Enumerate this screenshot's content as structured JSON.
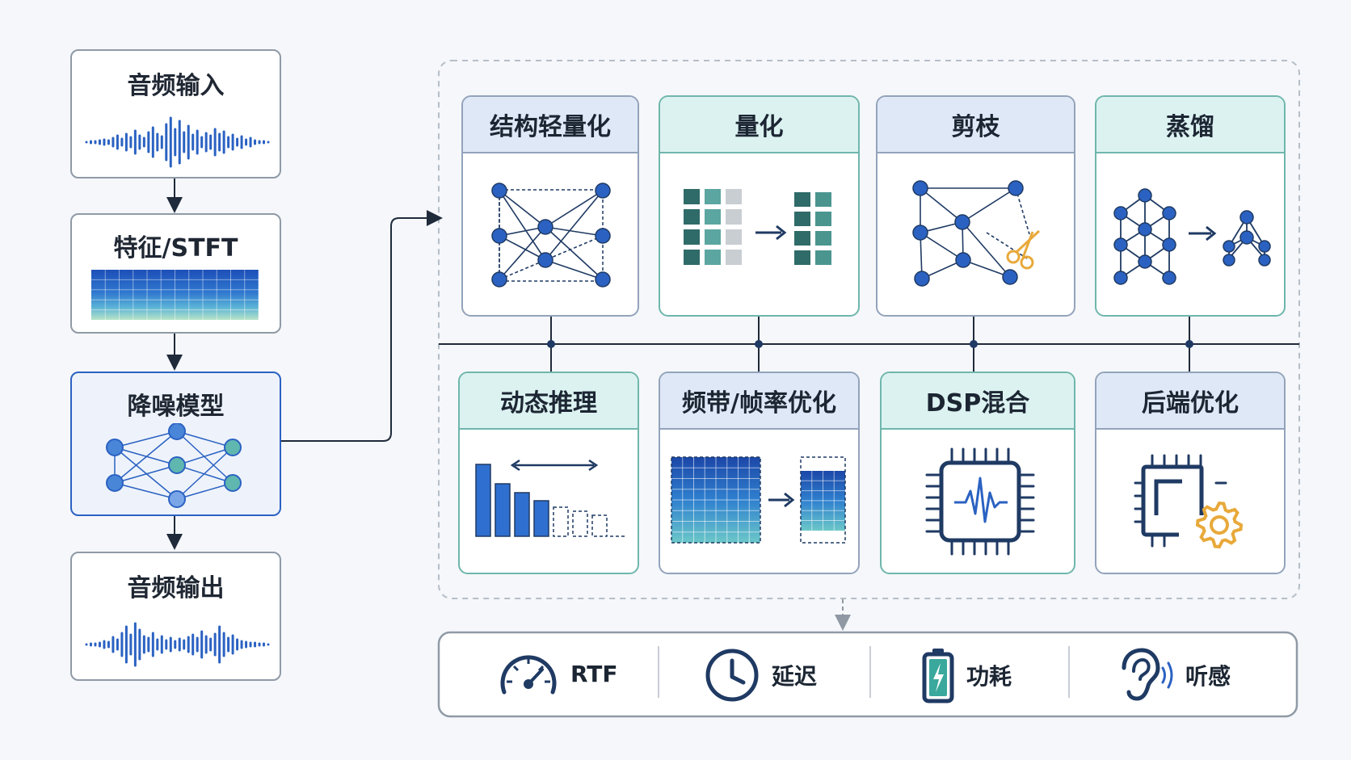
{
  "pipeline": {
    "audio_input": "音频输入",
    "feature": "特征/STFT",
    "model": "降噪模型",
    "audio_output": "音频输出"
  },
  "techniques": [
    {
      "label": "结构轻量化",
      "icon": "sparse-graph-icon"
    },
    {
      "label": "量化",
      "icon": "quantize-grid-icon"
    },
    {
      "label": "剪枝",
      "icon": "pruning-scissors-icon"
    },
    {
      "label": "蒸馏",
      "icon": "distillation-network-icon"
    },
    {
      "label": "动态推理",
      "icon": "dynamic-bars-icon"
    },
    {
      "label": "频带/帧率优化",
      "icon": "band-reduction-icon"
    },
    {
      "label": "DSP混合",
      "icon": "dsp-chip-icon"
    },
    {
      "label": "后端优化",
      "icon": "chip-gear-icon"
    }
  ],
  "metrics": [
    {
      "label": "RTF",
      "icon": "speedometer-icon"
    },
    {
      "label": "延迟",
      "icon": "clock-icon"
    },
    {
      "label": "功耗",
      "icon": "battery-icon"
    },
    {
      "label": "听感",
      "icon": "ear-icon"
    }
  ],
  "colors": {
    "accent": "#2b62c2",
    "navy": "#1f3a63",
    "teal": "#3a8a80",
    "card_header_blue": "#dfe8f6",
    "card_header_teal": "#dcf2f1",
    "scissors": "#e8a93a"
  }
}
